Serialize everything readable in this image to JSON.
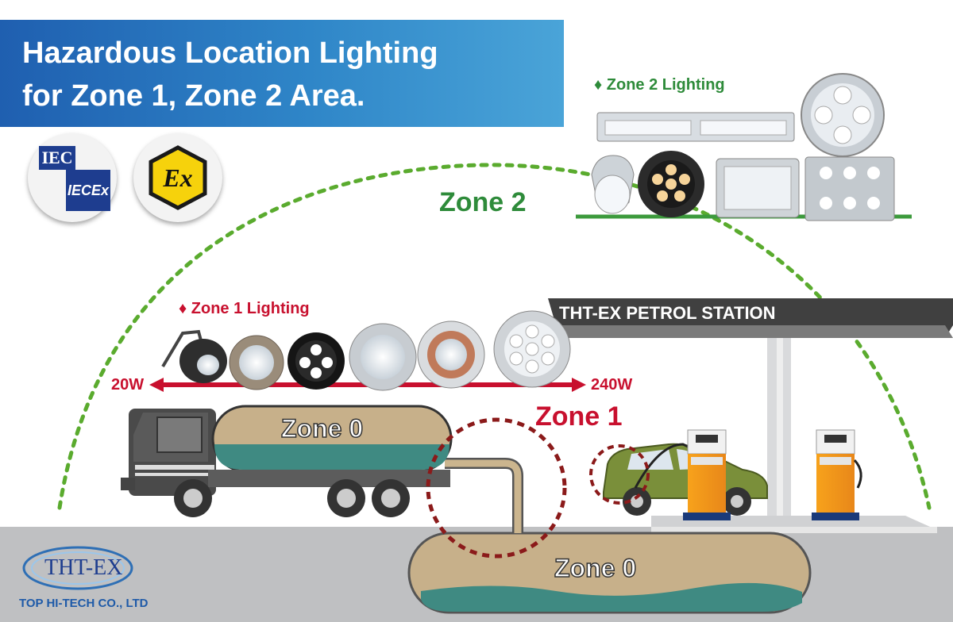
{
  "title": {
    "line1": "Hazardous Location Lighting",
    "line2": "for Zone 1, Zone 2 Area."
  },
  "badges": {
    "iec": "IEC",
    "iecex": "IECEx",
    "ex": "Ex"
  },
  "zones": {
    "zone2_label": "Zone 2",
    "zone1_label": "Zone 1",
    "zone0_truck": "Zone 0",
    "zone0_tank": "Zone 0"
  },
  "lighting": {
    "zone2_heading": "♦ Zone 2 Lighting",
    "zone1_heading": "♦ Zone 1 Lighting",
    "range_min": "20W",
    "range_max": "240W"
  },
  "station": {
    "name": "THT-EX PETROL STATION"
  },
  "company": {
    "logo_text": "THT-EX",
    "name": "TOP HI-TECH CO., LTD"
  },
  "colors": {
    "title_blue": "#2f86c8",
    "zone2_green": "#5aab2e",
    "zone2_text": "#2e8b3a",
    "zone1_red": "#c8102e",
    "zone1_dark": "#8b1a1a",
    "tank_tan": "#c7b08a",
    "tank_teal": "#3f8a82"
  }
}
